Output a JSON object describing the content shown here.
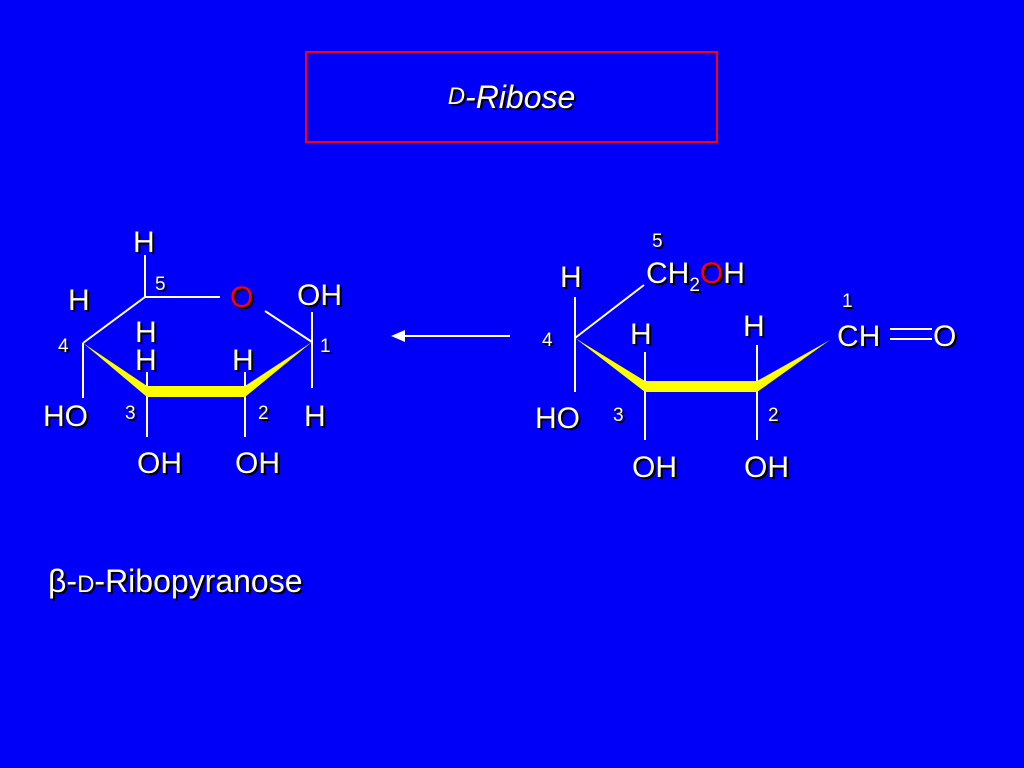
{
  "title": {
    "prefix": "D",
    "name": "-Ribose"
  },
  "caption": {
    "beta": "β",
    "sep": "-",
    "prefix": "D",
    "name": "-Ribopyranose"
  },
  "colors": {
    "background": "#0000F8",
    "text": "#FFFFFF",
    "ring_oxygen": "#FF0000",
    "bold_bond": "#FFFF00",
    "bond": "#FFFFFF",
    "title_border": "#FF0000"
  },
  "pyranose": {
    "h5_top": "H",
    "h4_top": "H",
    "h5_lower": "H",
    "h3_up": "H",
    "h2_up": "H",
    "ring_o": "O",
    "oh1": "OH",
    "ho4": "HO",
    "h1_down": "H",
    "oh3": "OH",
    "oh2": "OH",
    "n5": "5",
    "n4": "4",
    "n1": "1",
    "n3": "3",
    "n2": "2"
  },
  "open_chain": {
    "n5": "5",
    "ch": "CH",
    "sub2": "2",
    "o_red": "O",
    "h_end": "H",
    "h4": "H",
    "h3": "H",
    "h2": "H",
    "n1": "1",
    "ch1": "CH",
    "o1": "O",
    "n4": "4",
    "ho4": "HO",
    "n3": "3",
    "n2": "2",
    "oh3": "OH",
    "oh2": "OH"
  }
}
